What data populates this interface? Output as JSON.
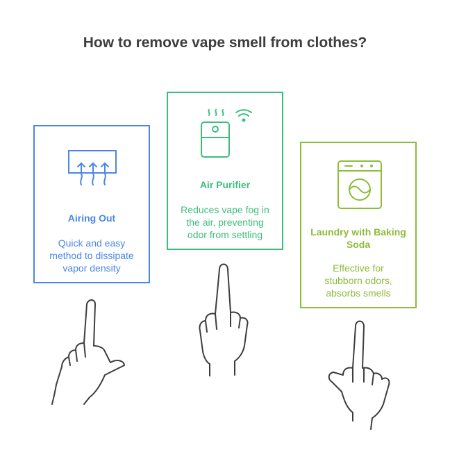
{
  "title": "How to remove vape smell from clothes?",
  "colors": {
    "airing": "#4a86e8",
    "purifier": "#3dbd7d",
    "laundry": "#8ebc3b",
    "hand": "#3d3d3d"
  },
  "cards": [
    {
      "title": "Airing Out",
      "desc": [
        "Quick and easy",
        "method to dissipate",
        "vapor density"
      ],
      "icon": "window-airflow-icon"
    },
    {
      "title": "Air Purifier",
      "desc": [
        "Reduces vape fog in",
        "the air, preventing",
        "odor from settling"
      ],
      "icon": "air-purifier-icon"
    },
    {
      "title": "Laundry with Baking",
      "title2": "Soda",
      "desc": [
        "Effective for",
        "stubborn odors,",
        "absorbs smells"
      ],
      "icon": "washing-machine-icon"
    }
  ]
}
